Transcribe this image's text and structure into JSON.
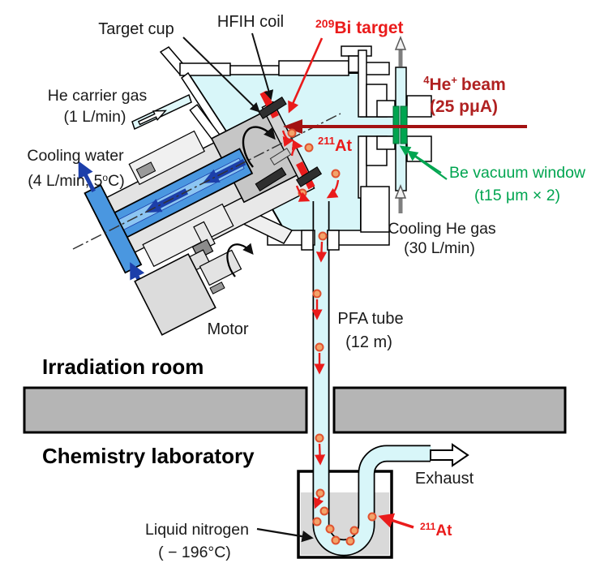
{
  "labels": {
    "target_cup": "Target cup",
    "hfih_coil": "HFIH coil",
    "bi_target": {
      "mass": "209",
      "text": "Bi target"
    },
    "he_beam": {
      "mass": "4",
      "element": "He",
      "charge": "+",
      "text": "beam",
      "current": "(25 pμA)"
    },
    "he_carrier": {
      "l1": "He carrier gas",
      "l2": "(1 L/min)"
    },
    "cooling_water": {
      "l1": "Cooling water",
      "l2": "(4 L/min, 5",
      "sup": "o",
      "l3": "C)"
    },
    "at211_chamber": {
      "mass": "211",
      "text": "At"
    },
    "be_window": {
      "l1": "Be vacuum window",
      "l2": "(t15 μm × 2)"
    },
    "cooling_he": {
      "l1": "Cooling He gas",
      "l2": "(30 L/min)"
    },
    "motor": "Motor",
    "pfa_tube": {
      "l1": "PFA tube",
      "l2": "(12 m)"
    },
    "room_top": "Irradiation room",
    "room_bottom": "Chemistry laboratory",
    "exhaust": "Exhaust",
    "liquid_nitrogen": {
      "l1": "Liquid nitrogen",
      "l2": "( − 196°C)"
    },
    "at211_trap": {
      "mass": "211",
      "text": "At"
    }
  },
  "colors": {
    "chamber_cyan": "#D8F6F9",
    "bright_red": "#EA1B1B",
    "beam_line_red": "#A31212",
    "beam_label_red": "#B02121",
    "window_green": "#00A550",
    "wall_gray": "#B5B5B5",
    "liquid_gray": "#D9D9D9",
    "shaft_blue": "#4A97E0",
    "shaft_inner_blue": "#8CC5F2",
    "flow_navy": "#1C3FAA",
    "atom_fill": "#F2A36A",
    "atom_ring": "#E05230",
    "coil_dark": "#2F2F2F"
  }
}
